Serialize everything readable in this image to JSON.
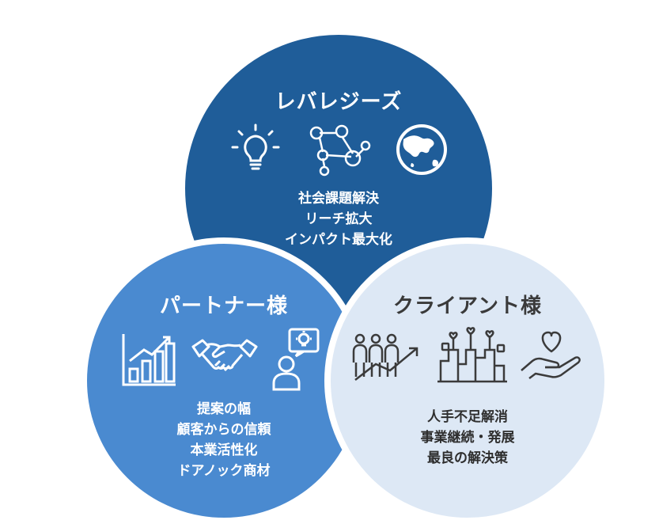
{
  "colors": {
    "top_circle": "#1f5d99",
    "left_circle": "#4a8ad0",
    "right_circle": "#dde8f5",
    "right_icon_stroke": "#3b3b3b"
  },
  "top": {
    "title": "レバレジーズ",
    "icons": [
      "lightbulb-icon",
      "network-icon",
      "globe-icon"
    ],
    "lines": [
      "社会課題解決",
      "リーチ拡大",
      "インパクト最大化"
    ]
  },
  "partner": {
    "title": "パートナー様",
    "icons": [
      "growth-chart-icon",
      "handshake-icon",
      "person-idea-icon"
    ],
    "lines": [
      "提案の幅",
      "顧客からの信頼",
      "本業活性化",
      "ドアノック商材"
    ]
  },
  "client": {
    "title": "クライアント様",
    "icons": [
      "people-growth-icon",
      "city-hearts-icon",
      "heart-hand-icon"
    ],
    "lines": [
      "人手不足解消",
      "事業継続・発展",
      "最良の解決策"
    ]
  }
}
